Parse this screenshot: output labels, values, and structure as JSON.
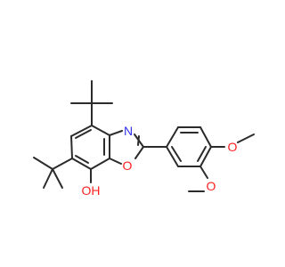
{
  "molecule": {
    "atom_labels": {
      "N": "N",
      "O_ring": "O",
      "O_methoxy_top": "O",
      "O_methoxy_bottom": "O",
      "OH": "OH"
    },
    "colors": {
      "bond": "#2b2b2b",
      "nitrogen": "#3030f0",
      "oxygen": "#ff2020"
    }
  }
}
